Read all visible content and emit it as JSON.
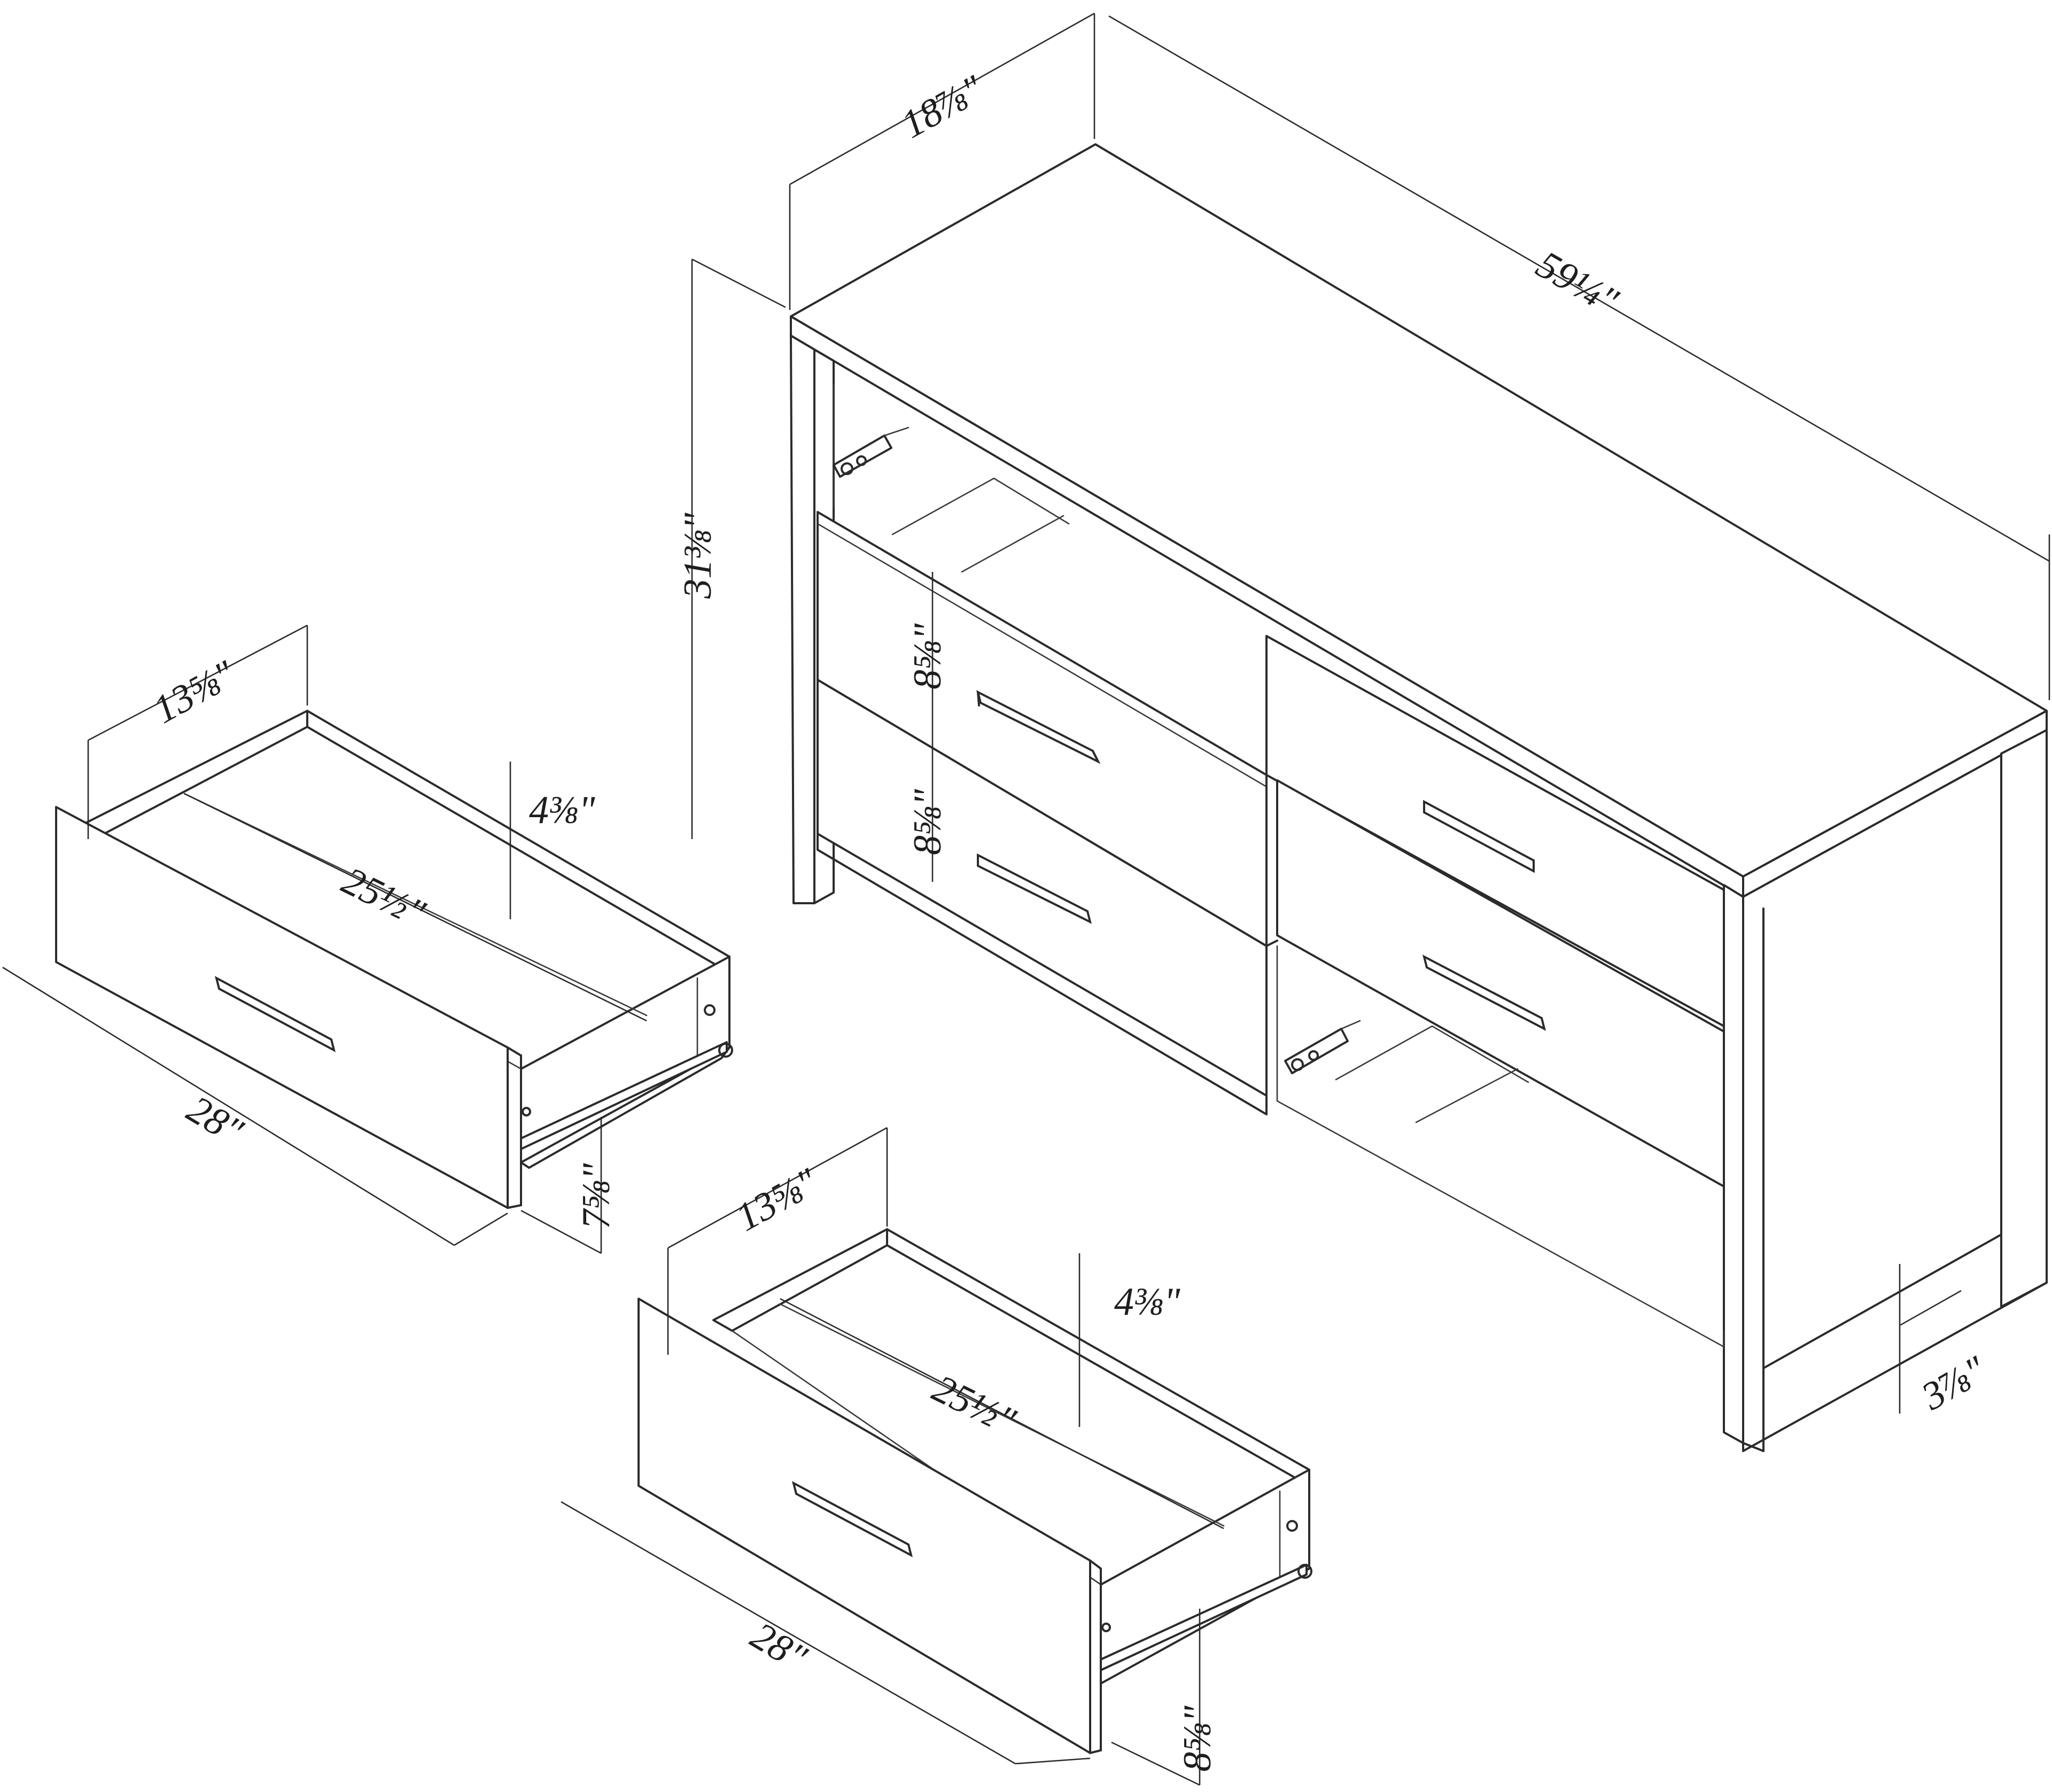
{
  "dimensions": {
    "dresser_depth": "18⅞\"",
    "dresser_width": "59¼\"",
    "dresser_height": "31⅜\"",
    "upper_drawer_front_height": "8⅝\"",
    "lower_drawer_front_height": "8⅝\"",
    "leg_clearance": "3⅞\"",
    "small_drawer_inner_width": "13⅝\"",
    "small_drawer_inner_depth": "4⅜\"",
    "small_drawer_inner_length": "25½\"",
    "small_drawer_length": "28\"",
    "small_drawer_height": "7⅝\"",
    "large_drawer_inner_width": "13⅝\"",
    "large_drawer_inner_depth": "4⅜\"",
    "large_drawer_inner_length": "25½\"",
    "large_drawer_length": "28\"",
    "large_drawer_height": "8⅝\""
  }
}
